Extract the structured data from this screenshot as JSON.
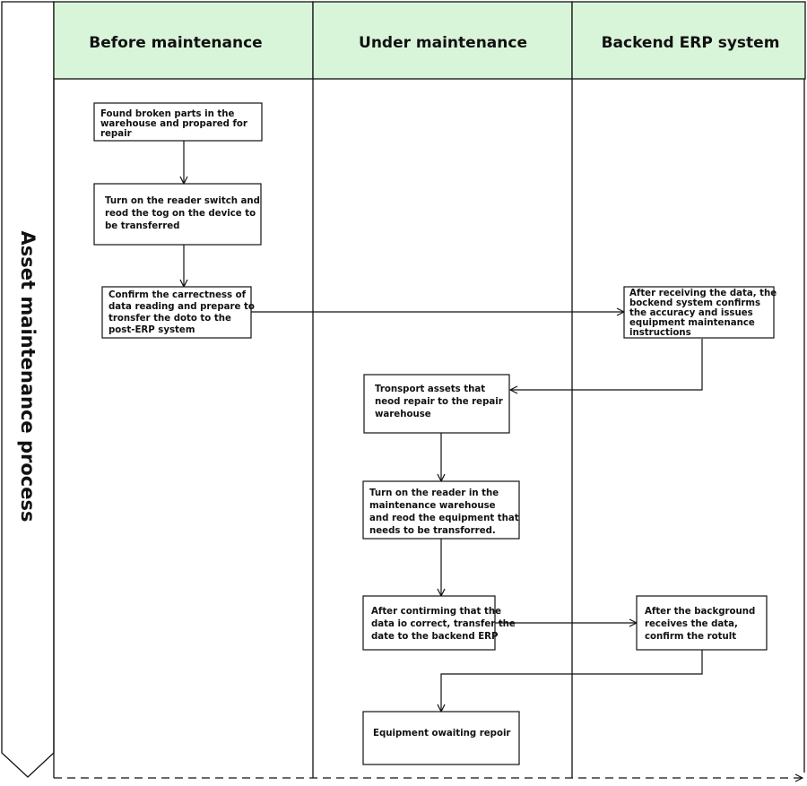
{
  "process": {
    "title": "Asset maintenance process"
  },
  "lanes": [
    {
      "id": "before",
      "title": "Before maintenance"
    },
    {
      "id": "under",
      "title": "Under maintenance"
    },
    {
      "id": "erp",
      "title": "Backend ERP system"
    }
  ],
  "colors": {
    "header_fill": "#d9f5d9",
    "line": "#111111",
    "background": "#ffffff"
  },
  "nodes": [
    {
      "id": "n1",
      "lane": "before",
      "lines": [
        "Found broken parts in the",
        "warehouse and propared for",
        "repair"
      ]
    },
    {
      "id": "n2",
      "lane": "before",
      "lines": [
        "Turn on the reader switch and",
        "reod the tog on the device to",
        "be transferred"
      ]
    },
    {
      "id": "n3",
      "lane": "before",
      "lines": [
        "Confirm the carrectness of",
        "data reading and prepare to",
        "tronsfer the doto to the",
        "post-ERP system"
      ]
    },
    {
      "id": "n4",
      "lane": "erp",
      "lines": [
        "After receiving the data, the",
        "bockend system confirms",
        "the accuracy and issues",
        "equipment maintenance",
        "instructions"
      ]
    },
    {
      "id": "n5",
      "lane": "under",
      "lines": [
        "Tronsport assets that",
        "neod repair to the repair",
        "warehouse"
      ]
    },
    {
      "id": "n6",
      "lane": "under",
      "lines": [
        "Turn on the reader in the",
        "maintenance warehouse",
        "and reod the equipment that",
        "needs to be transforred."
      ]
    },
    {
      "id": "n7",
      "lane": "under",
      "lines": [
        "After contirming that the",
        "data io correct, transfer the",
        "date to the backend ERP"
      ]
    },
    {
      "id": "n8",
      "lane": "erp",
      "lines": [
        "After the background",
        "receives the data,",
        "confirm the rotult"
      ]
    },
    {
      "id": "n9",
      "lane": "under",
      "lines": [
        "Equipment owaiting repoir"
      ]
    }
  ],
  "edges": [
    {
      "from": "n1",
      "to": "n2"
    },
    {
      "from": "n2",
      "to": "n3"
    },
    {
      "from": "n3",
      "to": "n4"
    },
    {
      "from": "n4",
      "to": "n5"
    },
    {
      "from": "n5",
      "to": "n6"
    },
    {
      "from": "n6",
      "to": "n7"
    },
    {
      "from": "n7",
      "to": "n8"
    },
    {
      "from": "n8",
      "to": "n9"
    }
  ]
}
